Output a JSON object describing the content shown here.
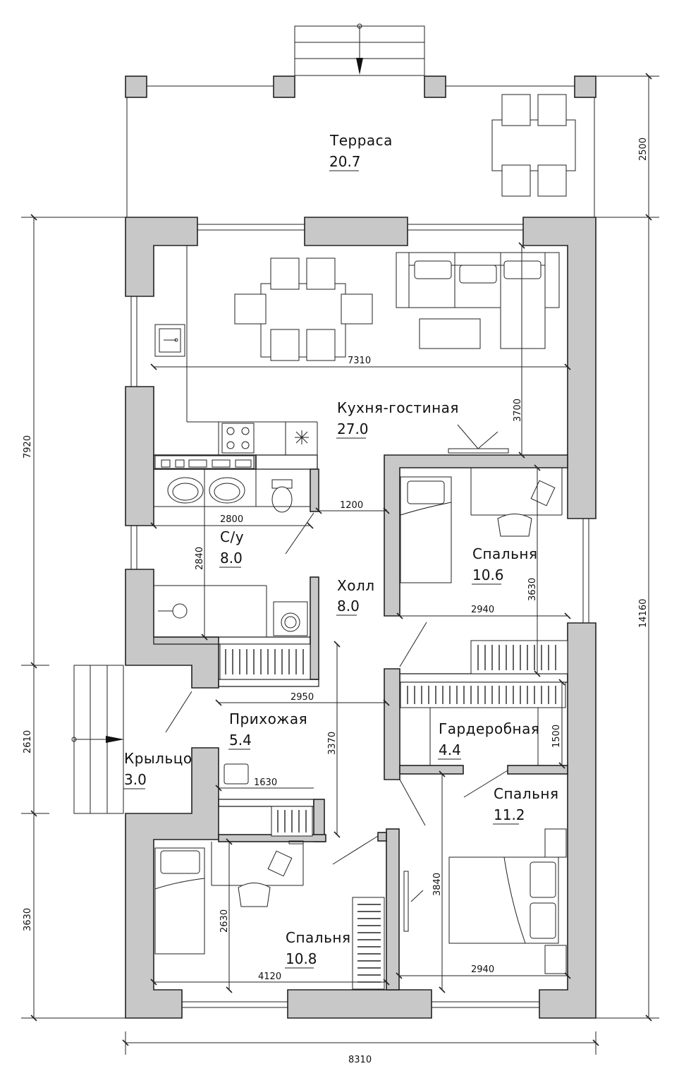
{
  "rooms": {
    "terrace": {
      "name": "Терраса",
      "area": "20.7"
    },
    "kitchen": {
      "name": "Кухня-гостиная",
      "area": "27.0"
    },
    "bath": {
      "name": "С/у",
      "area": "8.0"
    },
    "hall": {
      "name": "Холл",
      "area": "8.0"
    },
    "bed1": {
      "name": "Спальня",
      "area": "10.6"
    },
    "entry": {
      "name": "Прихожая",
      "area": "5.4"
    },
    "wardrobe": {
      "name": "Гардеробная",
      "area": "4.4"
    },
    "porch": {
      "name": "Крыльцо",
      "area": "3.0"
    },
    "bed2": {
      "name": "Спальня",
      "area": "11.2"
    },
    "bed3": {
      "name": "Спальня",
      "area": "10.8"
    }
  },
  "dims": {
    "d7310": "7310",
    "d3700": "3700",
    "d1200": "1200",
    "d2800": "2800",
    "d2840": "2840",
    "d3630a": "3630",
    "d2940a": "2940",
    "d2950": "2950",
    "d3370": "3370",
    "d1500": "1500",
    "d1630": "1630",
    "d3840": "3840",
    "d2630": "2630",
    "d4120": "4120",
    "d2940b": "2940",
    "d8310": "8310",
    "d7920": "7920",
    "d2610": "2610",
    "d3630b": "3630",
    "d2500": "2500",
    "d14160": "14160"
  },
  "colors": {
    "wall": "#c8c8c8",
    "line": "#222222"
  }
}
